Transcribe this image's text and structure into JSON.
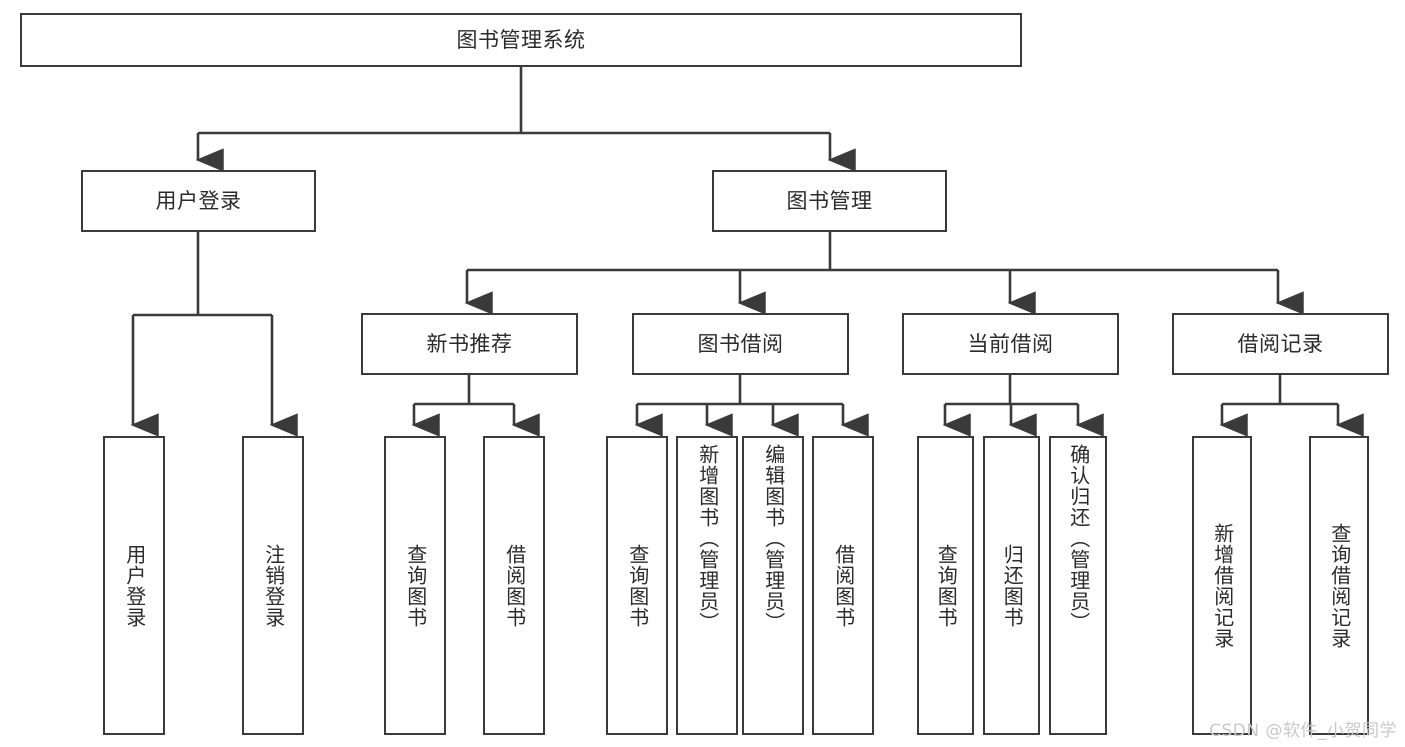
{
  "diagram": {
    "type": "tree",
    "title": "图书管理系统",
    "watermark": "CSDN @软件_小贺同学",
    "colors": {
      "stroke": "#3a3a3a",
      "fill": "#ffffff",
      "text": "#2b2b2b",
      "watermark": "#c9c9c9"
    },
    "root": {
      "label": "图书管理系统"
    },
    "level2": [
      {
        "label": "用户登录"
      },
      {
        "label": "图书管理"
      }
    ],
    "level3": [
      {
        "label": "新书推荐"
      },
      {
        "label": "图书借阅"
      },
      {
        "label": "当前借阅"
      },
      {
        "label": "借阅记录"
      }
    ],
    "leaves": {
      "user_login": [
        {
          "label": "用户登录"
        },
        {
          "label": "注销登录"
        }
      ],
      "new_book": [
        {
          "label": "查询图书"
        },
        {
          "label": "借阅图书"
        }
      ],
      "borrow": [
        {
          "label": "查询图书"
        },
        {
          "label": "新增图书（管理员）"
        },
        {
          "label": "编辑图书（管理员）"
        },
        {
          "label": "借阅图书"
        }
      ],
      "current": [
        {
          "label": "查询图书"
        },
        {
          "label": "归还图书"
        },
        {
          "label": "确认归还（管理员）"
        }
      ],
      "records": [
        {
          "label": "新增借阅记录"
        },
        {
          "label": "查询借阅记录"
        }
      ]
    }
  }
}
